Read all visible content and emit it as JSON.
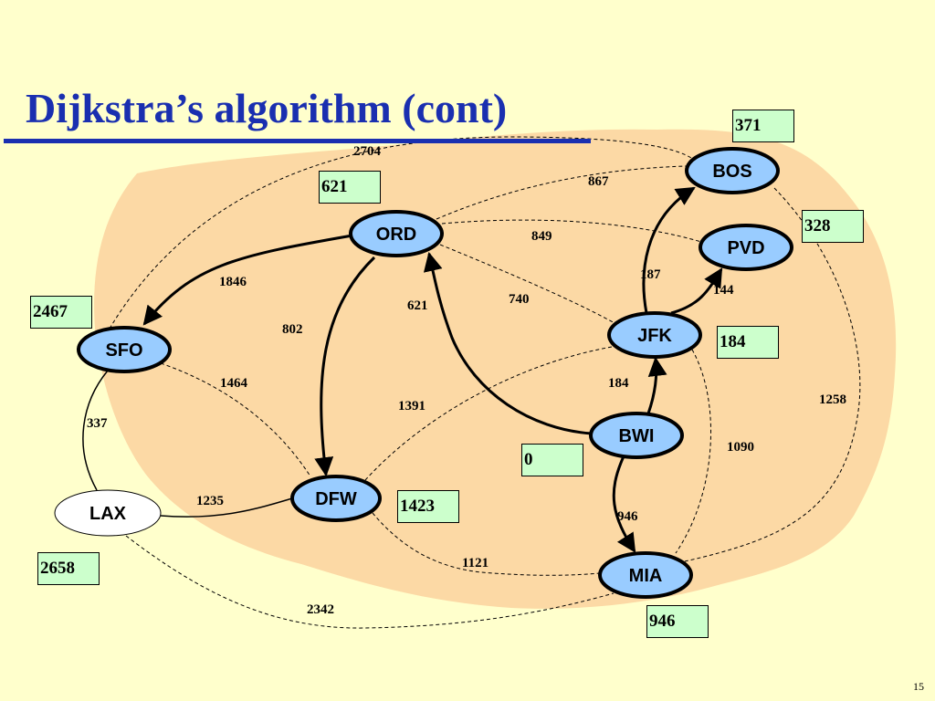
{
  "slide": {
    "title": "Dijkstra’s algorithm (cont)",
    "page_number": "15"
  },
  "colors": {
    "background": "#ffffcc",
    "cloud": "#fcd9a5",
    "node_fill": "#99ccff",
    "box_fill": "#ccffcc",
    "title": "#1a2fb0"
  },
  "graph": {
    "nodes": [
      {
        "id": "BOS",
        "label": "BOS",
        "distance": "371",
        "fill": "#99ccff"
      },
      {
        "id": "ORD",
        "label": "ORD",
        "distance": "621",
        "fill": "#99ccff"
      },
      {
        "id": "PVD",
        "label": "PVD",
        "distance": "328",
        "fill": "#99ccff"
      },
      {
        "id": "SFO",
        "label": "SFO",
        "distance": "2467",
        "fill": "#99ccff"
      },
      {
        "id": "JFK",
        "label": "JFK",
        "distance": "184",
        "fill": "#99ccff"
      },
      {
        "id": "BWI",
        "label": "BWI",
        "distance": "0",
        "fill": "#99ccff"
      },
      {
        "id": "DFW",
        "label": "DFW",
        "distance": "1423",
        "fill": "#99ccff"
      },
      {
        "id": "LAX",
        "label": "LAX",
        "distance": "2658",
        "fill": "#ffffff"
      },
      {
        "id": "MIA",
        "label": "MIA",
        "distance": "946",
        "fill": "#99ccff"
      }
    ],
    "edges": [
      {
        "from": "SFO",
        "to": "BOS",
        "weight": "2704",
        "style": "dashed"
      },
      {
        "from": "ORD",
        "to": "BOS",
        "weight": "867",
        "style": "dashed"
      },
      {
        "from": "ORD",
        "to": "PVD",
        "weight": "849",
        "style": "dashed"
      },
      {
        "from": "ORD",
        "to": "SFO",
        "weight": "1846",
        "style": "tree"
      },
      {
        "from": "ORD",
        "to": "JFK",
        "weight": "740",
        "style": "dashed"
      },
      {
        "from": "BWI",
        "to": "ORD",
        "weight": "621",
        "style": "tree"
      },
      {
        "from": "ORD",
        "to": "DFW",
        "weight": "802",
        "style": "tree"
      },
      {
        "from": "JFK",
        "to": "BOS",
        "weight": "187",
        "style": "tree"
      },
      {
        "from": "JFK",
        "to": "PVD",
        "weight": "144",
        "style": "tree"
      },
      {
        "from": "BWI",
        "to": "JFK",
        "weight": "184",
        "style": "tree"
      },
      {
        "from": "SFO",
        "to": "DFW",
        "weight": "1464",
        "style": "dashed"
      },
      {
        "from": "DFW",
        "to": "JFK",
        "weight": "1391",
        "style": "dashed"
      },
      {
        "from": "SFO",
        "to": "LAX",
        "weight": "337",
        "style": "solid"
      },
      {
        "from": "LAX",
        "to": "DFW",
        "weight": "1235",
        "style": "solid"
      },
      {
        "from": "BOS",
        "to": "MIA",
        "weight": "1258",
        "style": "dashed"
      },
      {
        "from": "JFK",
        "to": "MIA",
        "weight": "1090",
        "style": "dashed"
      },
      {
        "from": "BWI",
        "to": "MIA",
        "weight": "946",
        "style": "tree"
      },
      {
        "from": "DFW",
        "to": "MIA",
        "weight": "1121",
        "style": "dashed"
      },
      {
        "from": "LAX",
        "to": "MIA",
        "weight": "2342",
        "style": "dashed"
      }
    ]
  }
}
